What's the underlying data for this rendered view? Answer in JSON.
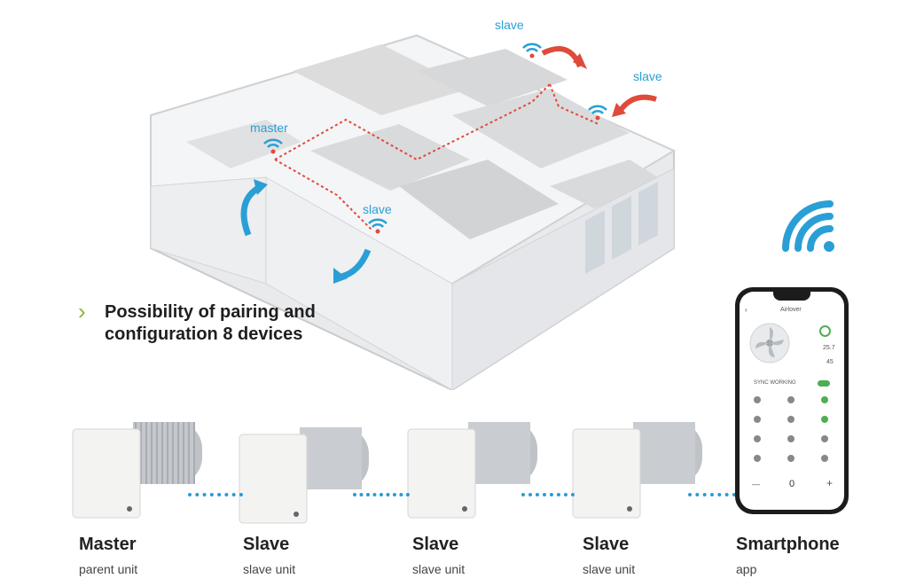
{
  "floor_tags": {
    "master": "master",
    "slave_top": "slave",
    "slave_right": "slave",
    "slave_mid": "slave"
  },
  "feature": {
    "text": "Possibility of pairing and configuration 8 devices"
  },
  "units": [
    {
      "title": "Master",
      "subtitle": "parent unit"
    },
    {
      "title": "Slave",
      "subtitle": "slave unit"
    },
    {
      "title": "Slave",
      "subtitle": "slave unit"
    },
    {
      "title": "Slave",
      "subtitle": "slave unit"
    },
    {
      "title": "Smartphone",
      "subtitle": "app"
    }
  ],
  "phone": {
    "app_title": "Airlover",
    "temperature": "25.7",
    "humidity": "45",
    "sync_label": "SYNC WORKING",
    "counter": "0",
    "minus": "—",
    "plus": "+"
  },
  "colors": {
    "accent_blue": "#2a9fd6",
    "arrow_red": "#e04a3a",
    "chevron_green": "#8ab82f"
  }
}
